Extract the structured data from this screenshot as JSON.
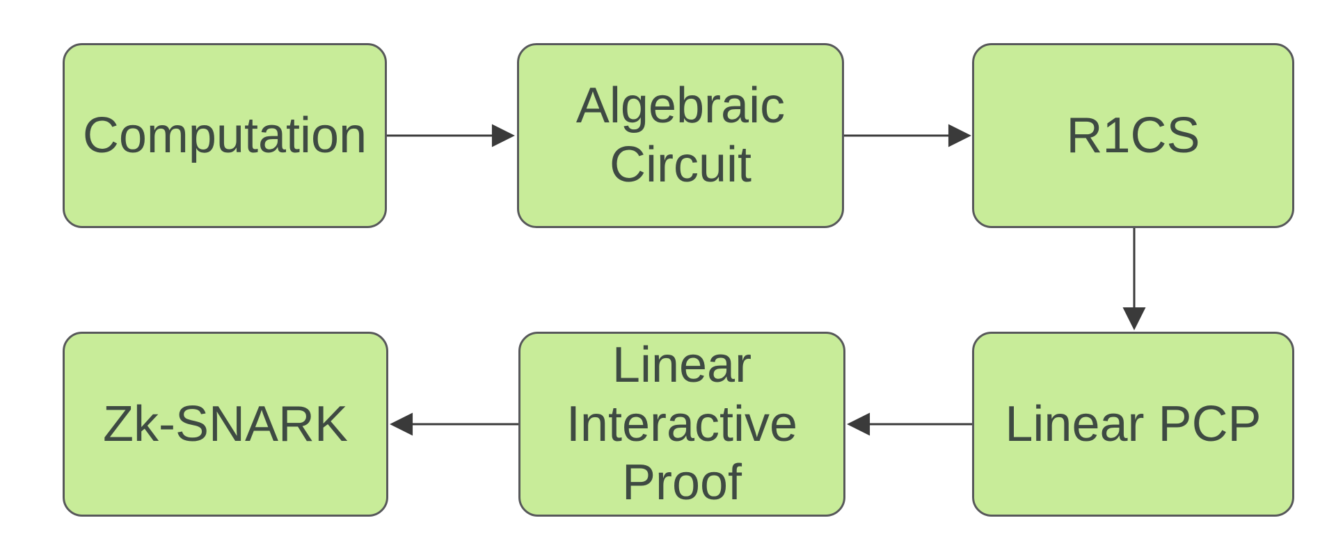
{
  "diagram": {
    "nodes": [
      {
        "id": "computation",
        "label": "Computation"
      },
      {
        "id": "algebraic-circuit",
        "label": "Algebraic Circuit"
      },
      {
        "id": "r1cs",
        "label": "R1CS"
      },
      {
        "id": "zk-snark",
        "label": "Zk-SNARK"
      },
      {
        "id": "linear-interactive-proof",
        "label": "Linear Interactive Proof"
      },
      {
        "id": "linear-pcp",
        "label": "Linear PCP"
      }
    ],
    "edges": [
      {
        "from": "computation",
        "to": "algebraic-circuit",
        "direction": "right"
      },
      {
        "from": "algebraic-circuit",
        "to": "r1cs",
        "direction": "right"
      },
      {
        "from": "r1cs",
        "to": "linear-pcp",
        "direction": "down"
      },
      {
        "from": "linear-pcp",
        "to": "linear-interactive-proof",
        "direction": "left"
      },
      {
        "from": "linear-interactive-proof",
        "to": "zk-snark",
        "direction": "left"
      }
    ],
    "colors": {
      "node_fill": "#c8ec99",
      "node_border": "#57585a",
      "text": "#3e4a42",
      "arrow": "#3a3a3a",
      "background": "#ffffff"
    }
  }
}
